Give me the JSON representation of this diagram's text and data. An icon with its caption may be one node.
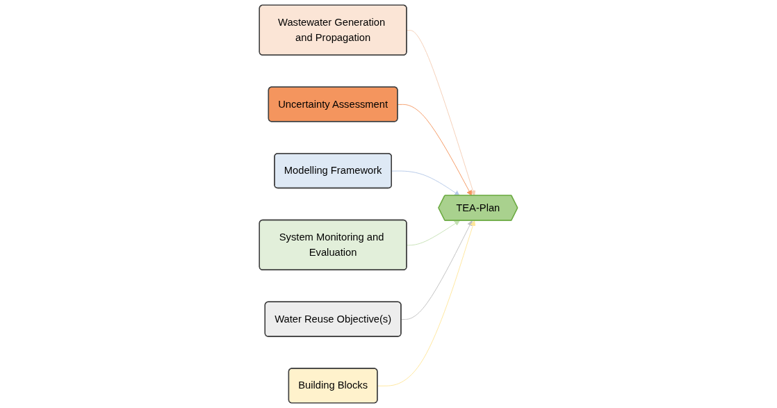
{
  "diagram": {
    "nodes": [
      {
        "text": [
          "Wastewater Generation and Propagation"
        ]
      },
      {
        "text": [
          "Uncertainty Assessment"
        ]
      },
      {
        "text": [
          "Modelling Framework"
        ]
      },
      {
        "text": [
          "TEA-Plan"
        ]
      },
      {
        "text": [
          "System Monitoring and Evaluation"
        ]
      },
      {
        "text": [
          "Water Reuse Objective(s)"
        ]
      },
      {
        "text": [
          "Building Blocks"
        ]
      }
    ],
    "edges": [
      {
        "from": 0,
        "to": 3,
        "arrow": "to",
        "color": "#f4cdb4"
      },
      {
        "from": 1,
        "to": 3,
        "arrow": "to",
        "color": "#f4955e"
      },
      {
        "from": 2,
        "to": 3,
        "arrow": "to",
        "color": "#b4c7e7"
      },
      {
        "from": 4,
        "to": 3,
        "arrow": "to",
        "color": "#c5e0b4"
      },
      {
        "from": 5,
        "to": 3,
        "arrow": "to",
        "color": "#bfbfbf"
      },
      {
        "from": 6,
        "to": 3,
        "arrow": "to",
        "color": "#ffe699"
      }
    ]
  }
}
